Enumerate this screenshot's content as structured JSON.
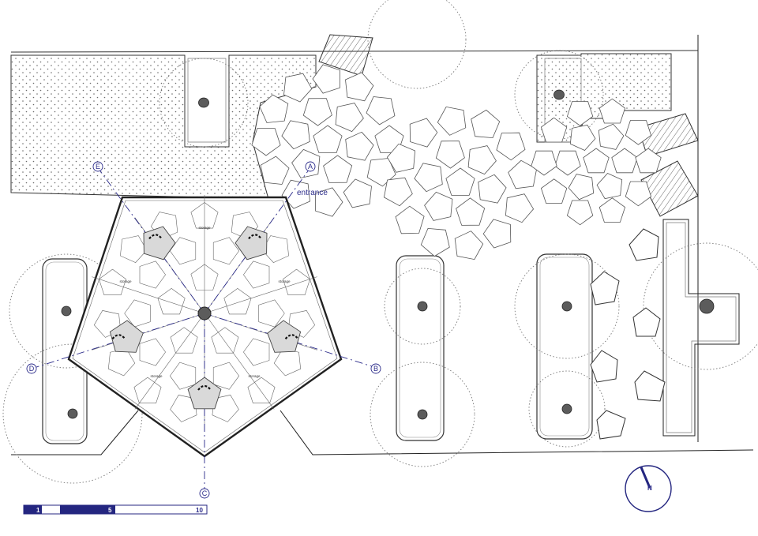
{
  "colors": {
    "ink": "#1e1e1e",
    "line": "#555555",
    "grid": "#2b2b8a",
    "stipple": "#6a6a6a",
    "tree": "#5c5c5c",
    "scale_fill": "#242680"
  },
  "labels": {
    "entrance": "entrance",
    "storage": "storage"
  },
  "axes": [
    "A",
    "B",
    "C",
    "D",
    "E"
  ],
  "scale_bar": {
    "ticks": [
      "1",
      "5",
      "10"
    ]
  },
  "north": "N",
  "icons": {
    "north_arrow": "north-arrow-icon",
    "tree": "tree-icon"
  }
}
